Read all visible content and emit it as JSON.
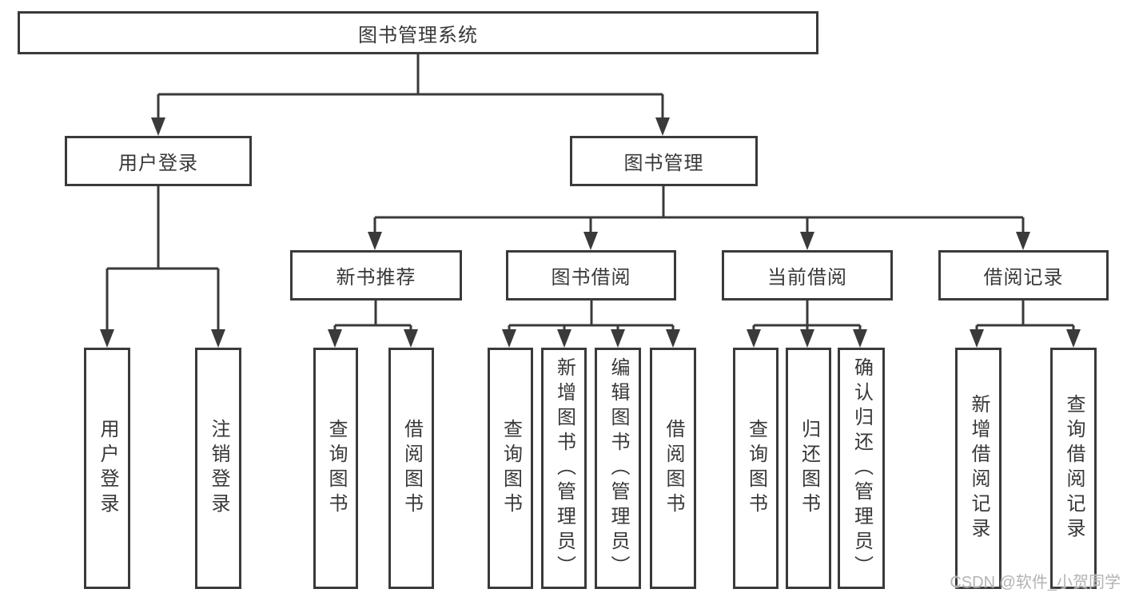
{
  "tree": {
    "label": "图书管理系统",
    "children": [
      {
        "label": "用户登录",
        "children": [
          {
            "label": "用户登录"
          },
          {
            "label": "注销登录"
          }
        ]
      },
      {
        "label": "图书管理",
        "children": [
          {
            "label": "新书推荐",
            "children": [
              {
                "label": "查询图书"
              },
              {
                "label": "借阅图书"
              }
            ]
          },
          {
            "label": "图书借阅",
            "children": [
              {
                "label": "查询图书"
              },
              {
                "label": "新增图书（管理员）"
              },
              {
                "label": "编辑图书（管理员）"
              },
              {
                "label": "借阅图书"
              }
            ]
          },
          {
            "label": "当前借阅",
            "children": [
              {
                "label": "查询图书"
              },
              {
                "label": "归还图书"
              },
              {
                "label": "确认归还（管理员）"
              }
            ]
          },
          {
            "label": "借阅记录",
            "children": [
              {
                "label": "新增借阅记录"
              },
              {
                "label": "查询借阅记录"
              }
            ]
          }
        ]
      }
    ]
  },
  "watermark": "CSDN @软件_小贺同学",
  "colors": {
    "line": "#3a3a3a",
    "box_border": "#3a3a3a",
    "text": "#383838",
    "watermark": "#b3b3b3",
    "background": "#ffffff"
  }
}
